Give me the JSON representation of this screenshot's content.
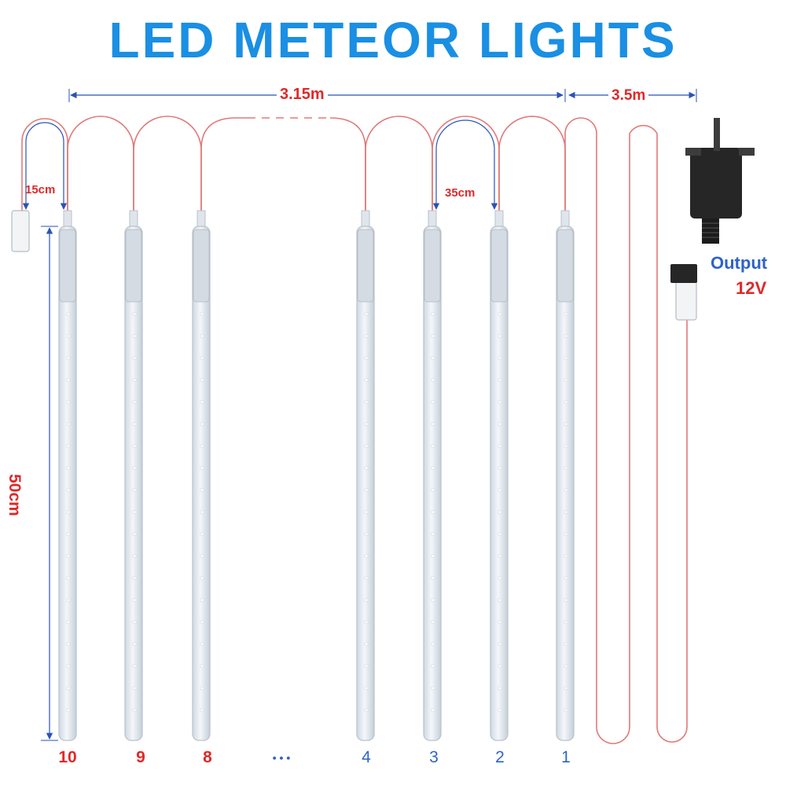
{
  "title": "LED METEOR LIGHTS",
  "colors": {
    "title": "#1a8fe3",
    "blue_text": "#2f63c7",
    "red_text": "#e02828",
    "wire": "#e07a7a",
    "arrow": "#2a52b8",
    "tube_fill": "#e8eef5",
    "tube_edge": "#b8c2cc",
    "adapter": "#262626"
  },
  "dimensions": {
    "total_width": "3.15m",
    "lead_length": "3.5m",
    "tube_length": "50cm",
    "tail_length": "15cm",
    "tube_spacing": "35cm"
  },
  "adapter": {
    "output_label": "Output",
    "voltage": "12V"
  },
  "tube_numbers": [
    "10",
    "9",
    "8",
    "4",
    "3",
    "2",
    "1"
  ],
  "ellipsis": "• • •"
}
